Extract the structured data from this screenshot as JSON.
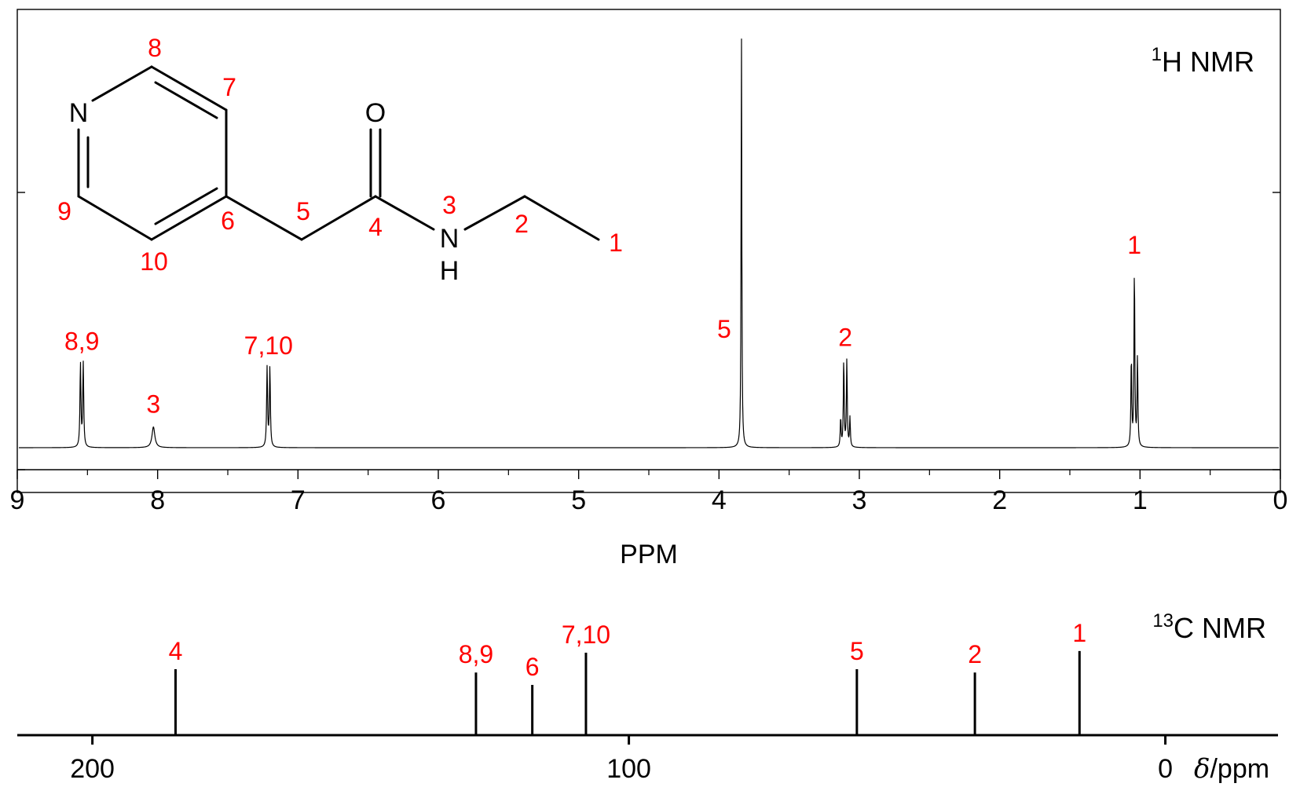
{
  "chart_data": [
    {
      "type": "line",
      "title": "¹H NMR",
      "title_base": "H NMR",
      "title_sup": "1",
      "xlabel": "PPM",
      "xlim": [
        9,
        0
      ],
      "x_reversed": true,
      "x_major_ticks": [
        9,
        8,
        7,
        6,
        5,
        4,
        3,
        2,
        1,
        0
      ],
      "x_tick_labels": [
        "9",
        "8",
        "7",
        "6",
        "5",
        "4",
        "3",
        "2",
        "1",
        "0"
      ],
      "x_minor_step": 0.5,
      "grid": false,
      "peaks": [
        {
          "label": "8,9",
          "multiplet": "doublet",
          "center_ppm": 8.54,
          "spacing_ppm": 0.02,
          "height": 0.2,
          "width_ppm": 0.004
        },
        {
          "label": "3",
          "multiplet": "singlet",
          "center_ppm": 8.03,
          "height": 0.05,
          "width_ppm": 0.012
        },
        {
          "label": "7,10",
          "multiplet": "doublet",
          "center_ppm": 7.21,
          "spacing_ppm": 0.02,
          "height": 0.19,
          "width_ppm": 0.004
        },
        {
          "label": "5",
          "multiplet": "singlet",
          "center_ppm": 3.84,
          "height": 1.0,
          "width_ppm": 0.003
        },
        {
          "label": "2",
          "multiplet": "quartet",
          "center_ppm": 3.1,
          "spacing_ppm": 0.022,
          "height": 0.21,
          "width_ppm": 0.0035
        },
        {
          "label": "1",
          "multiplet": "triplet",
          "center_ppm": 1.04,
          "spacing_ppm": 0.022,
          "height": 0.43,
          "width_ppm": 0.0035
        }
      ]
    },
    {
      "type": "bar",
      "title": "¹³C NMR",
      "title_base": "C NMR",
      "title_sup": "13",
      "xlabel": "δ/ppm",
      "xlabel_italic_part": "δ",
      "xlabel_rest": "/ppm",
      "xlim": [
        214,
        -21
      ],
      "x_reversed": true,
      "x_major_ticks": [
        200,
        100,
        0
      ],
      "x_tick_labels": [
        "200",
        "100",
        "0"
      ],
      "grid": false,
      "lines": [
        {
          "label": "4",
          "ppm": 184.5,
          "height": 0.8
        },
        {
          "label": "8,9",
          "ppm": 128.5,
          "height": 0.76
        },
        {
          "label": "6",
          "ppm": 118.0,
          "height": 0.61
        },
        {
          "label": "7,10",
          "ppm": 108.0,
          "height": 1.0
        },
        {
          "label": "5",
          "ppm": 57.5,
          "height": 0.8
        },
        {
          "label": "2",
          "ppm": 35.5,
          "height": 0.76
        },
        {
          "label": "1",
          "ppm": 16.0,
          "height": 1.02
        }
      ]
    }
  ],
  "structure": {
    "atoms": {
      "N_ring": "N",
      "O": "O",
      "N_amide": "N",
      "H_amide": "H"
    },
    "numbers": [
      "1",
      "2",
      "3",
      "4",
      "5",
      "6",
      "7",
      "8",
      "9",
      "10"
    ]
  },
  "colors": {
    "label": "#ff0000",
    "line": "#000000",
    "background": "#ffffff"
  }
}
